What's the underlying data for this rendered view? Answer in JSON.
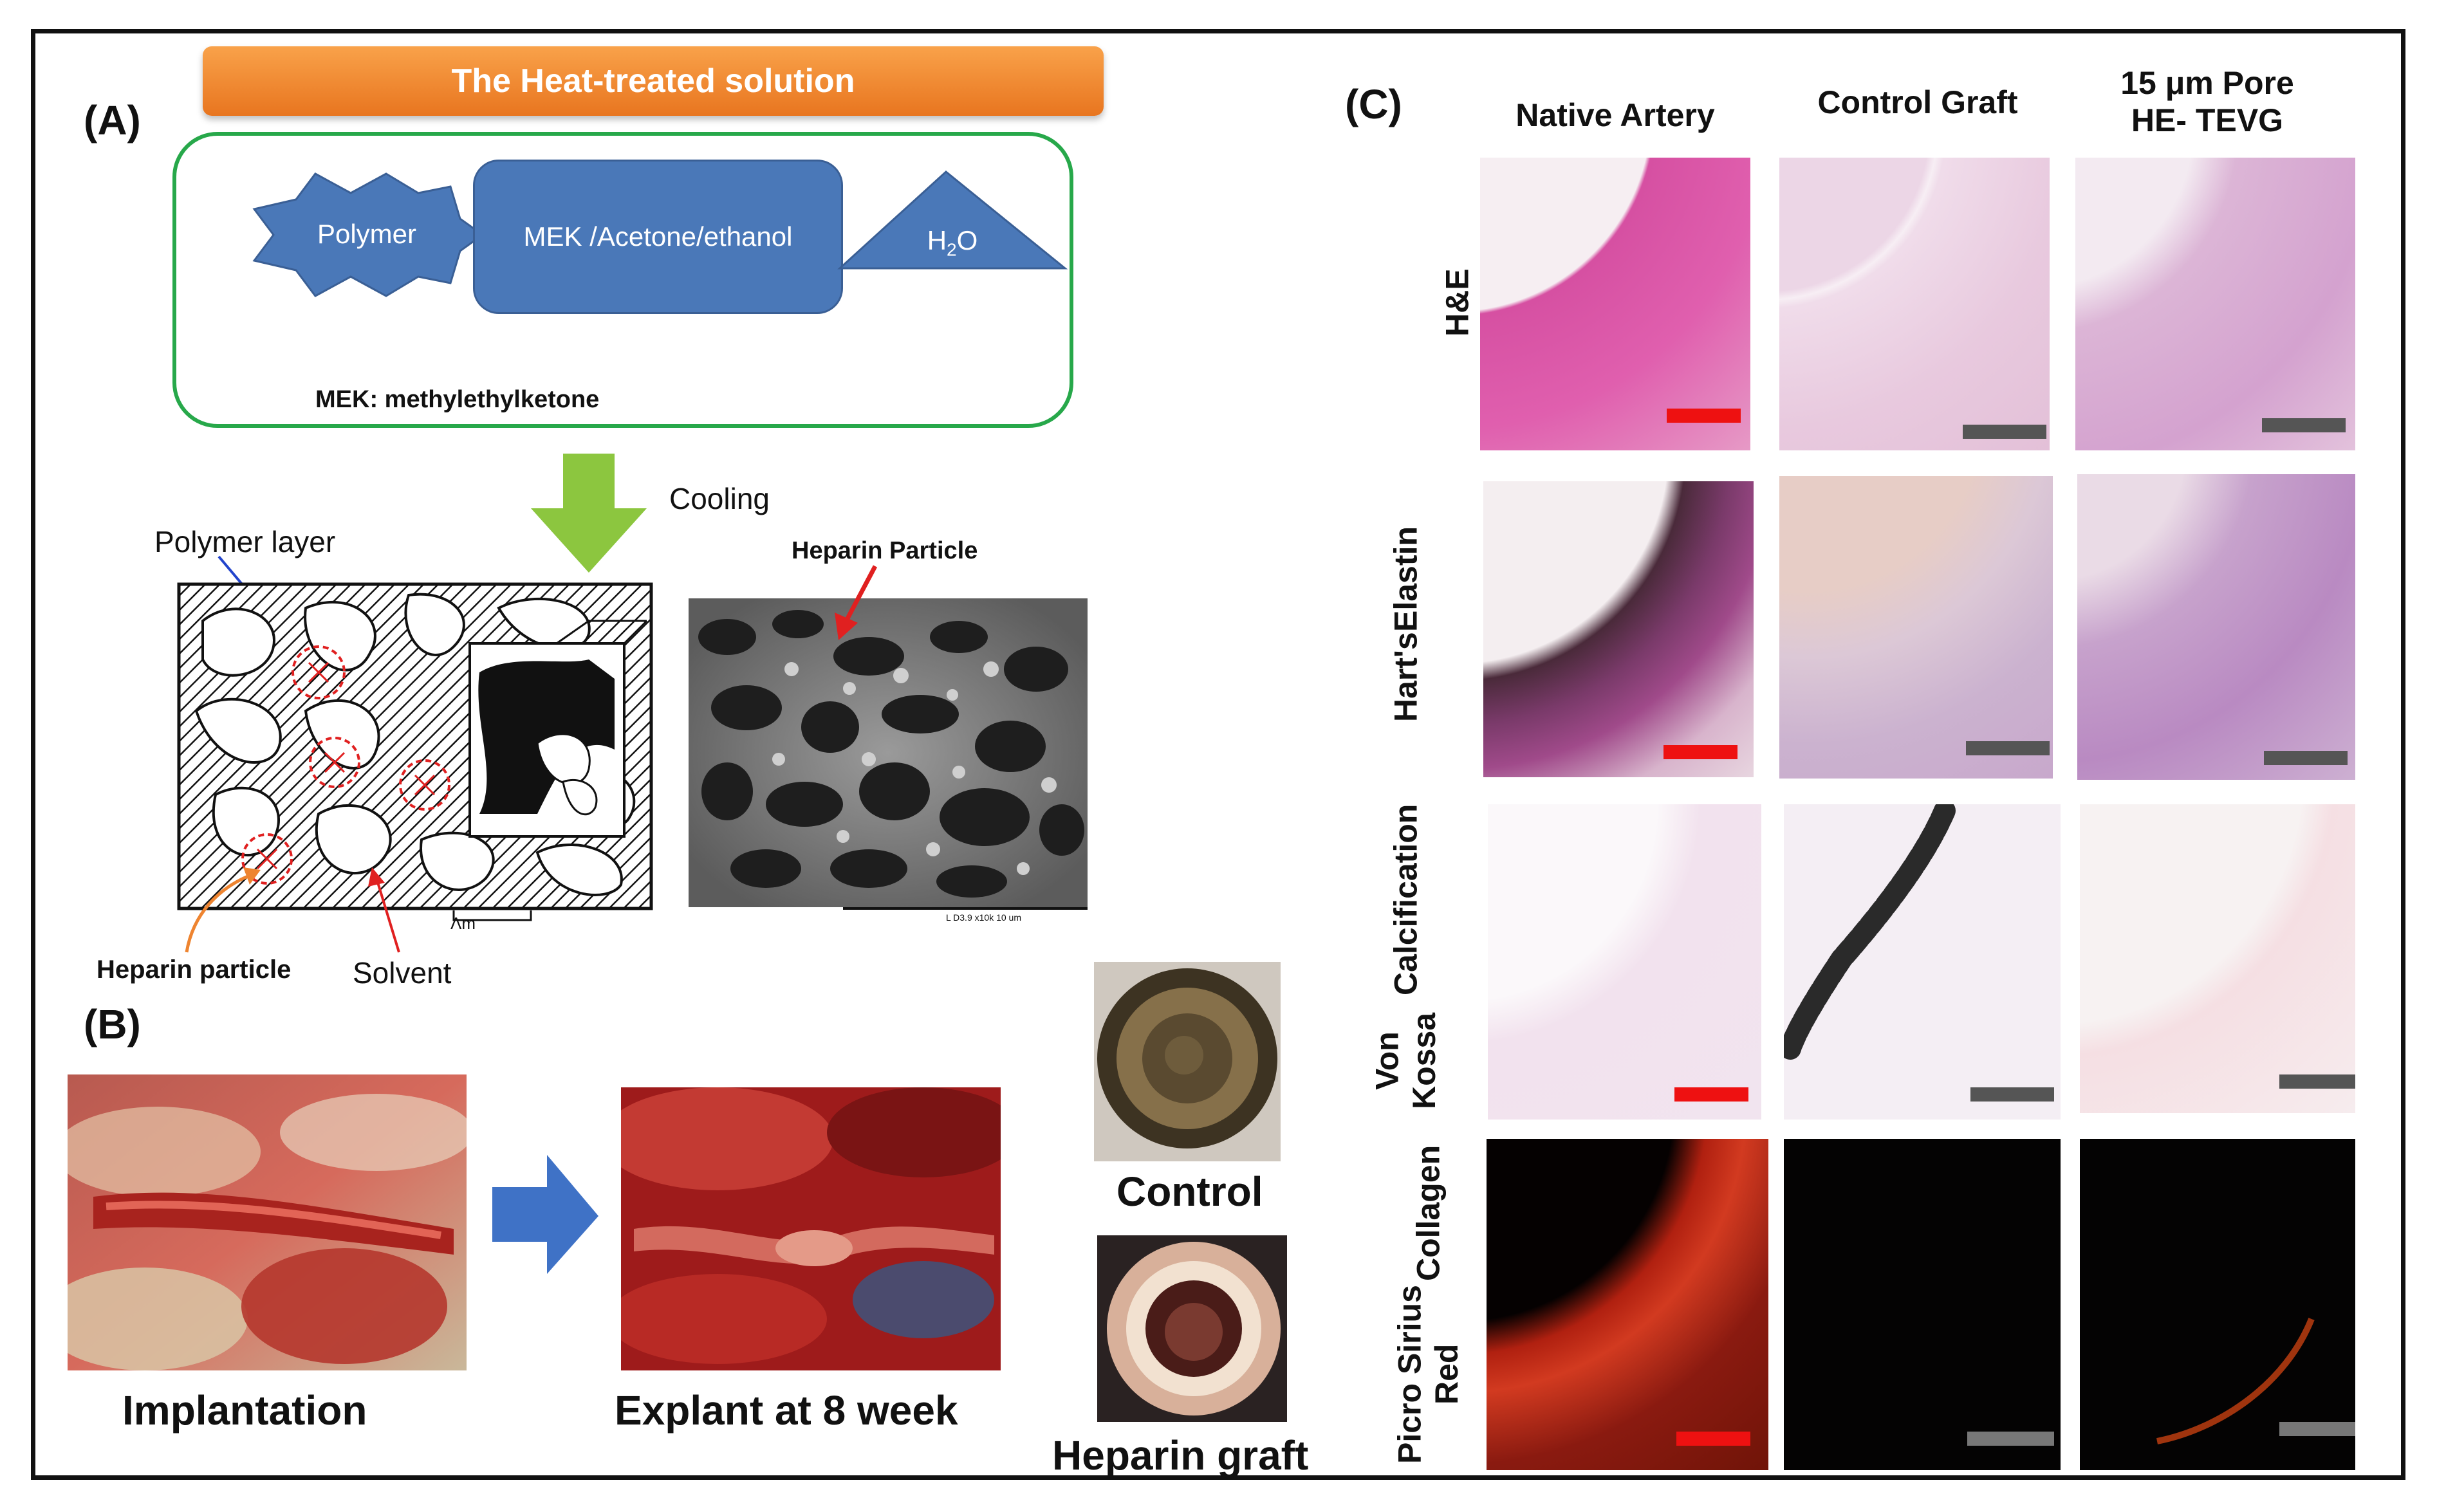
{
  "panels": {
    "a": "(A)",
    "b": "(B)",
    "c": "(C)"
  },
  "panel_a": {
    "banner": "The Heat-treated solution",
    "polymer": "Polymer",
    "solvent_mix": "MEK /Acetone/ethanol",
    "water_base": "H",
    "water_sub": "2",
    "water_end": "O",
    "mek_note": "MEK: methylethylketone",
    "cooling": "Cooling",
    "polymer_layer": "Polymer layer",
    "heparin_particle_sem": "Heparin Particle",
    "heparin_particle": "Heparin particle",
    "solvent": "Solvent",
    "lambda_label": "Λm",
    "sem_scale_text": "L D3.9  x10k   10 um"
  },
  "panel_b": {
    "implantation": "Implantation",
    "explant": "Explant at 8 week",
    "control": "Control",
    "heparin_graft": "Heparin graft"
  },
  "panel_c": {
    "columns": [
      "Native Artery",
      "Control Graft",
      "15 μm Pore HE- TEVG"
    ],
    "col3_line1": "15 μm Pore",
    "col3_line2": "HE- TEVG",
    "rows": [
      {
        "line1": "H&E",
        "line2": ""
      },
      {
        "line1": "Hart's",
        "line2": "Elastin"
      },
      {
        "line1": "Von Kossa",
        "line2": "Calcification"
      },
      {
        "line1": "Picro Sirius Red",
        "line2": "Collagen"
      }
    ]
  },
  "colors": {
    "banner_orange": "#ee8430",
    "shape_blue": "#4a78b8",
    "box_green": "#27a84a",
    "arrow_green": "#8cc63f",
    "arrow_blue": "#3f72c6",
    "scale_red": "#ee1111",
    "scale_gray": "#555555"
  }
}
